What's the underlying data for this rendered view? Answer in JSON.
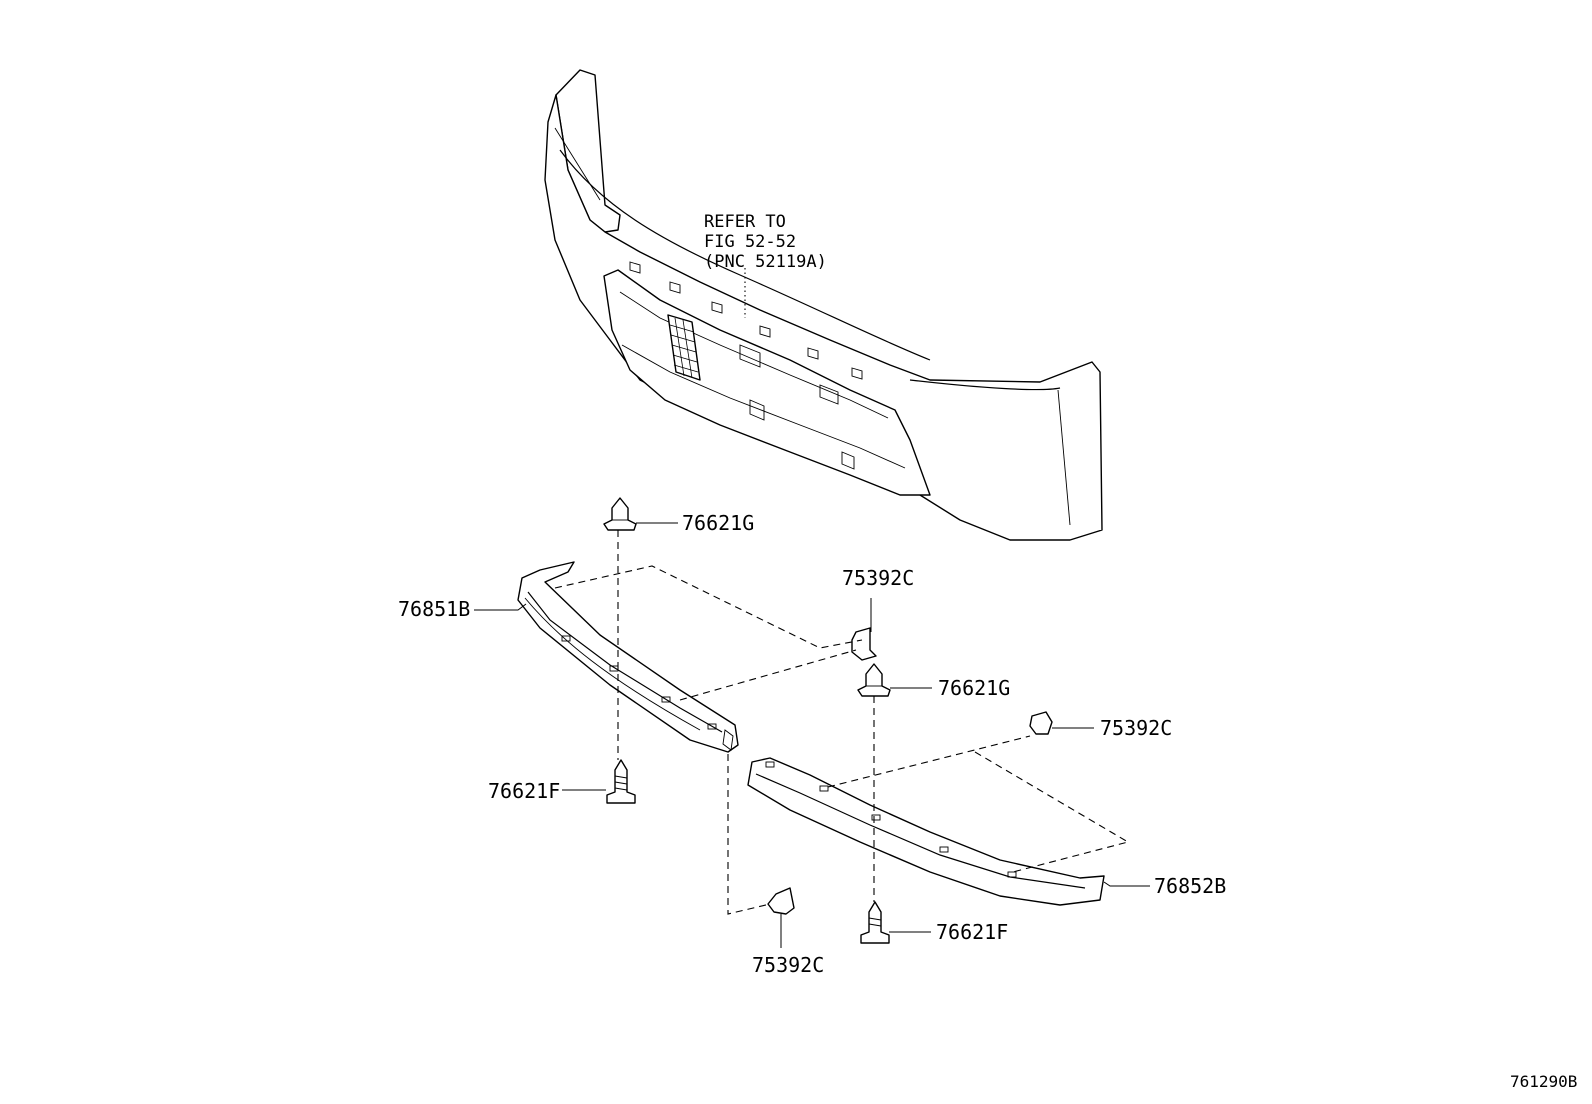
{
  "reference_note": {
    "line1": "REFER TO",
    "line2": "FIG 52-52",
    "line3": "(PNC 52119A)"
  },
  "callouts": {
    "clip_upper_left": "76621G",
    "clip_upper_right": "76621G",
    "retainer_top": "75392C",
    "retainer_right": "75392C",
    "retainer_bottom": "75392C",
    "bolt_left": "76621F",
    "bolt_right": "76621F",
    "spoiler_left": "76851B",
    "spoiler_right": "76852B"
  },
  "figure_id": "761290B"
}
